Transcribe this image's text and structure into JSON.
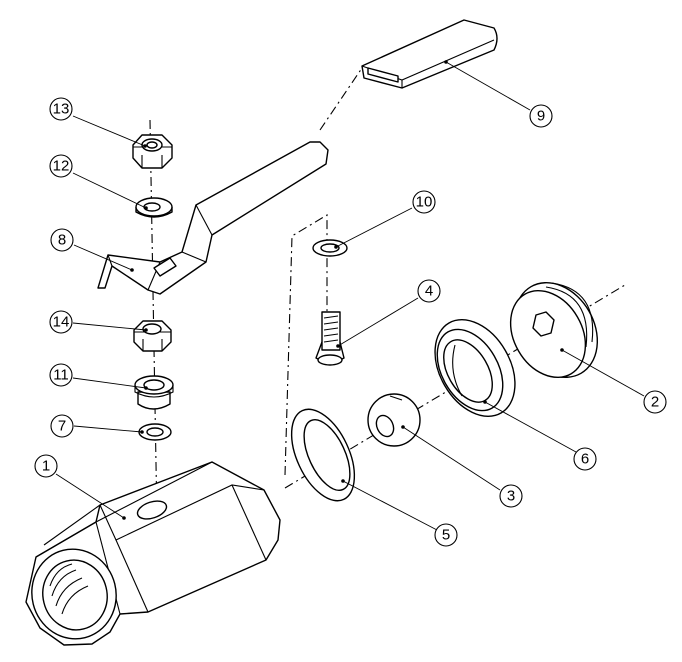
{
  "callouts": [
    {
      "key": "body",
      "number": "1"
    },
    {
      "key": "end-cap",
      "number": "2"
    },
    {
      "key": "ball",
      "number": "3"
    },
    {
      "key": "stem",
      "number": "4"
    },
    {
      "key": "seat-left",
      "number": "5"
    },
    {
      "key": "seat-right",
      "number": "6"
    },
    {
      "key": "washer-lower",
      "number": "7"
    },
    {
      "key": "handle",
      "number": "8"
    },
    {
      "key": "handle-grip",
      "number": "9"
    },
    {
      "key": "stem-washer",
      "number": "10"
    },
    {
      "key": "packing-gland",
      "number": "11"
    },
    {
      "key": "washer-upper",
      "number": "12"
    },
    {
      "key": "top-nut",
      "number": "13"
    },
    {
      "key": "stem-nut",
      "number": "14"
    }
  ],
  "colors": {
    "line": "#000000",
    "paper": "#ffffff"
  }
}
